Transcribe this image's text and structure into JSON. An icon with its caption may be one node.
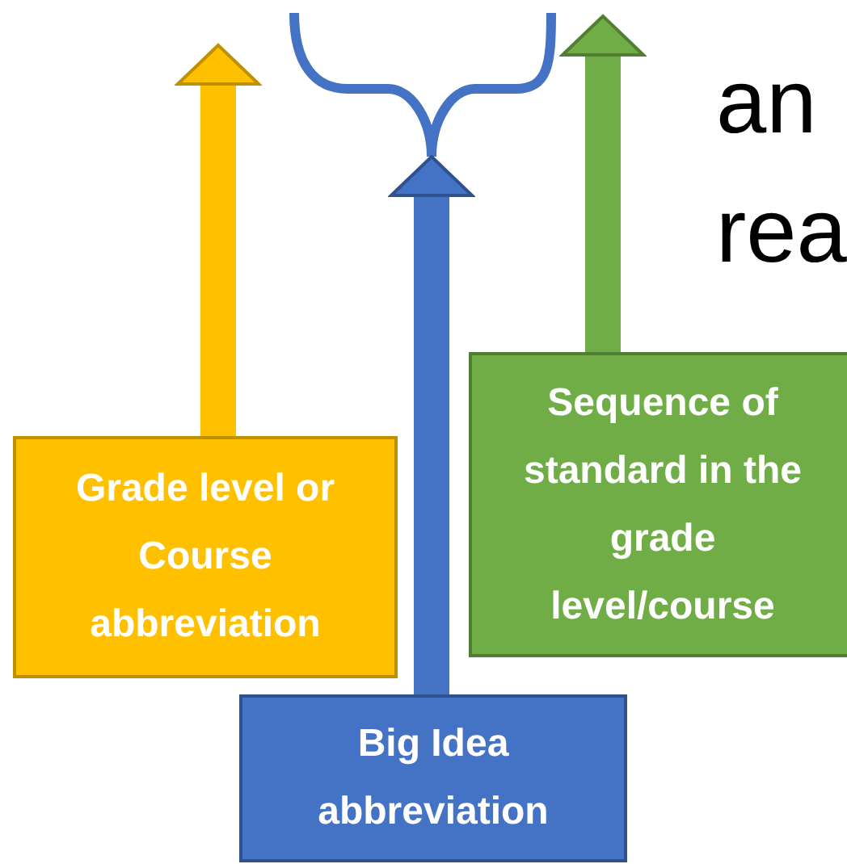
{
  "diagram": {
    "nodes": [
      {
        "text": [
          "Grade level or Course abbreviation"
        ]
      },
      {
        "text": [
          "Sequence of standard in the grade level/course"
        ]
      },
      {
        "text": [
          "Big Idea abbreviation"
        ]
      }
    ],
    "edges": [
      {
        "from": 0,
        "to": null,
        "arrow": "to",
        "color": "#ffc000"
      },
      {
        "from": 1,
        "to": null,
        "arrow": "to",
        "color": "#70ad47"
      },
      {
        "from": 2,
        "to": null,
        "arrow": "to",
        "color": "#4472c4"
      }
    ],
    "labels": [
      "an",
      "rea"
    ]
  }
}
